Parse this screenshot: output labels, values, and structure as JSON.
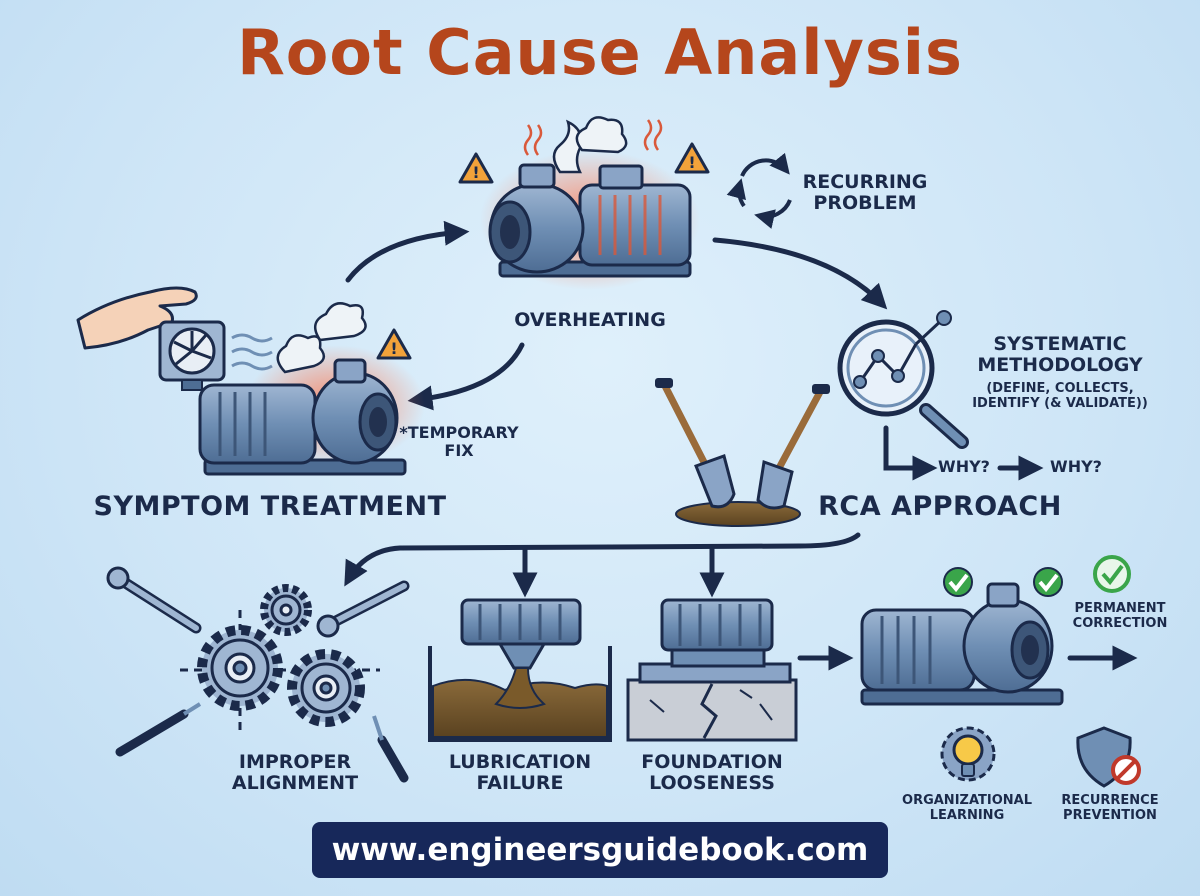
{
  "title": "Root Cause Analysis",
  "nodes": {
    "recurring": "RECURRING\nPROBLEM",
    "overheating": "OVERHEATING",
    "temporary_fix": "*TEMPORARY\nFIX",
    "symptom": "SYMPTOM TREATMENT",
    "systematic_title": "SYSTEMATIC\nMETHODOLOGY",
    "systematic_steps": "(DEFINE, COLLECTS,\nIDENTIFY (& VALIDATE))",
    "why1": "WHY?",
    "why2": "WHY?",
    "rca": "RCA APPROACH",
    "permanent": "PERMANENT\nCORRECTION"
  },
  "causes": [
    {
      "label": "IMPROPER\nALIGNMENT"
    },
    {
      "label": "LUBRICATION\nFAILURE"
    },
    {
      "label": "FOUNDATION\nLOOSENESS"
    }
  ],
  "benefits": [
    {
      "label": "ORGANIZATIONAL\nLEARNING"
    },
    {
      "label": "RECURRENCE\nPREVENTION"
    }
  ],
  "footer": {
    "url": "www.engineersguidebook.com"
  },
  "colors": {
    "title": "#b5461c",
    "navy": "#1b2a4a",
    "pump_blue": "#6f8fb4",
    "heat_red": "#d9593b",
    "check_green": "#3aa54a",
    "warning_orange": "#f2a23a"
  }
}
